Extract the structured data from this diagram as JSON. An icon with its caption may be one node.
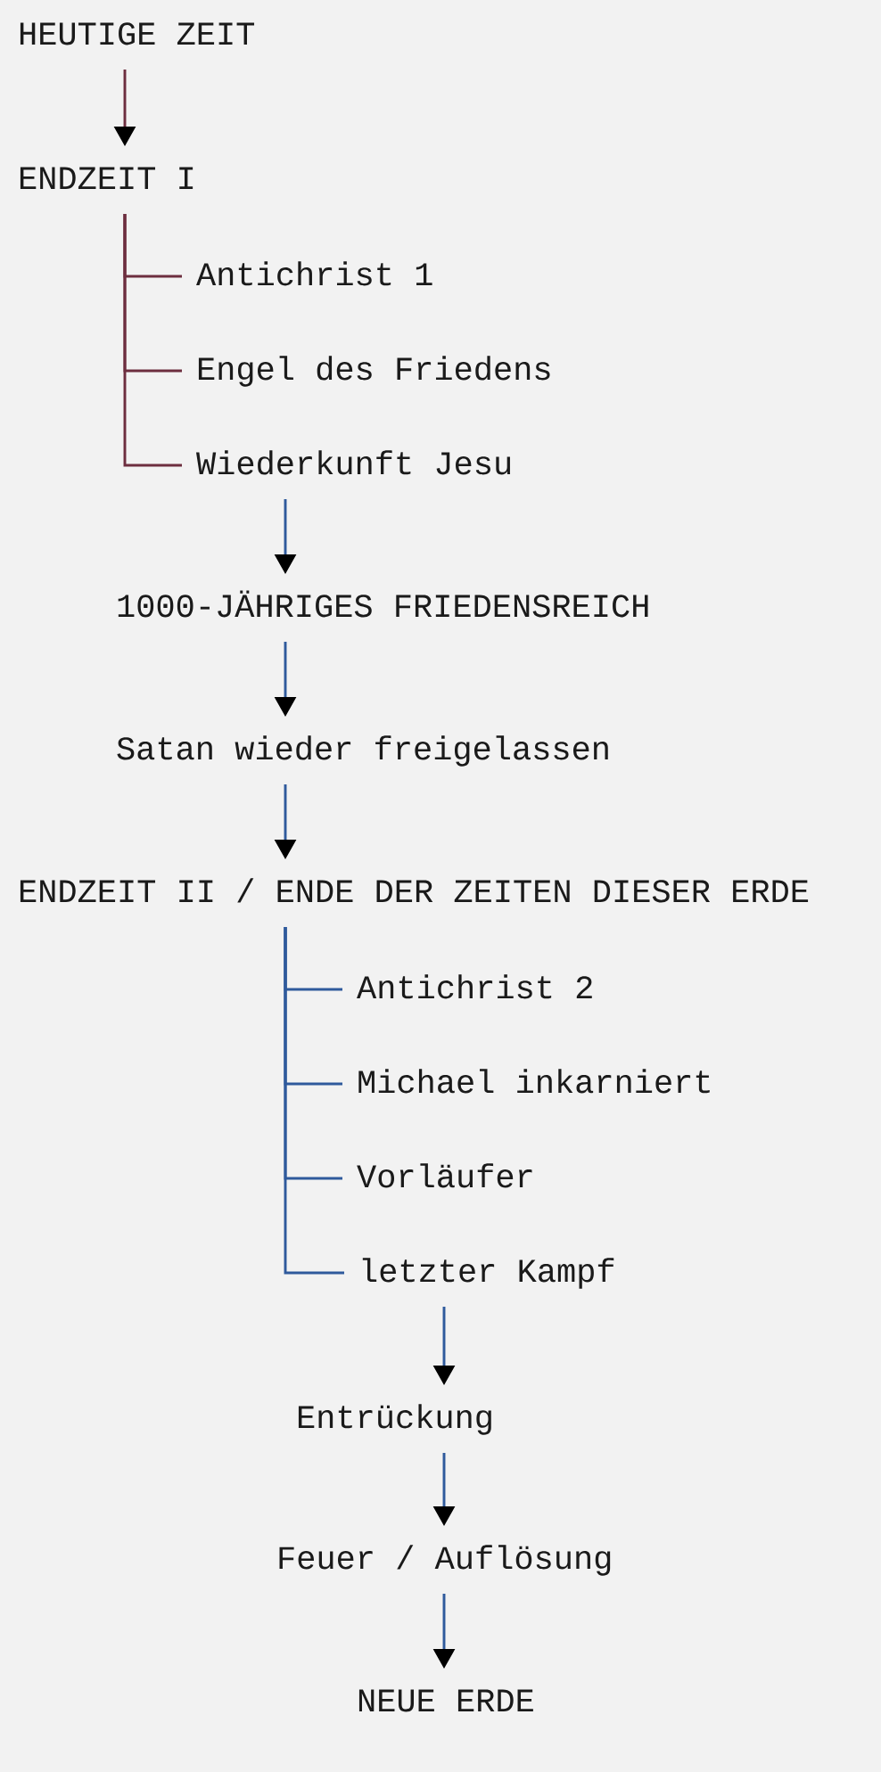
{
  "diagram": {
    "nodes": [
      {
        "text": [
          "HEUTIGE ZEIT"
        ]
      },
      {
        "text": [
          "ENDZEIT I"
        ]
      },
      {
        "text": [
          "Antichrist 1"
        ]
      },
      {
        "text": [
          "Engel des Friedens"
        ]
      },
      {
        "text": [
          "Wiederkunft Jesu"
        ]
      },
      {
        "text": [
          "1000-JÄHRIGES FRIEDENSREICH"
        ]
      },
      {
        "text": [
          "Satan wieder freigelassen"
        ]
      },
      {
        "text": [
          "ENDZEIT II / ENDE DER ZEITEN DIESER ERDE"
        ]
      },
      {
        "text": [
          "Antichrist 2"
        ]
      },
      {
        "text": [
          "Michael inkarniert"
        ]
      },
      {
        "text": [
          "Vorläufer"
        ]
      },
      {
        "text": [
          "letzter Kampf"
        ]
      },
      {
        "text": [
          "Entrückung"
        ]
      },
      {
        "text": [
          "Feuer / Auflösung"
        ]
      },
      {
        "text": [
          "NEUE ERDE"
        ]
      }
    ],
    "edges": [
      {
        "from": 0,
        "to": 1,
        "arrow": "to",
        "color": "#6d2e3f"
      },
      {
        "from": 1,
        "to": 2,
        "arrow": "none",
        "color": "#6d2e3f"
      },
      {
        "from": 1,
        "to": 3,
        "arrow": "none",
        "color": "#6d2e3f"
      },
      {
        "from": 1,
        "to": 4,
        "arrow": "none",
        "color": "#6d2e3f"
      },
      {
        "from": 4,
        "to": 5,
        "arrow": "to"
      },
      {
        "from": 5,
        "to": 6,
        "arrow": "to"
      },
      {
        "from": 6,
        "to": 7,
        "arrow": "to"
      },
      {
        "from": 7,
        "to": 8,
        "arrow": "none"
      },
      {
        "from": 7,
        "to": 9,
        "arrow": "none"
      },
      {
        "from": 7,
        "to": 10,
        "arrow": "none"
      },
      {
        "from": 7,
        "to": 11,
        "arrow": "none"
      },
      {
        "from": 11,
        "to": 12,
        "arrow": "to"
      },
      {
        "from": 12,
        "to": 13,
        "arrow": "to"
      },
      {
        "from": 13,
        "to": 14,
        "arrow": "to"
      }
    ]
  }
}
